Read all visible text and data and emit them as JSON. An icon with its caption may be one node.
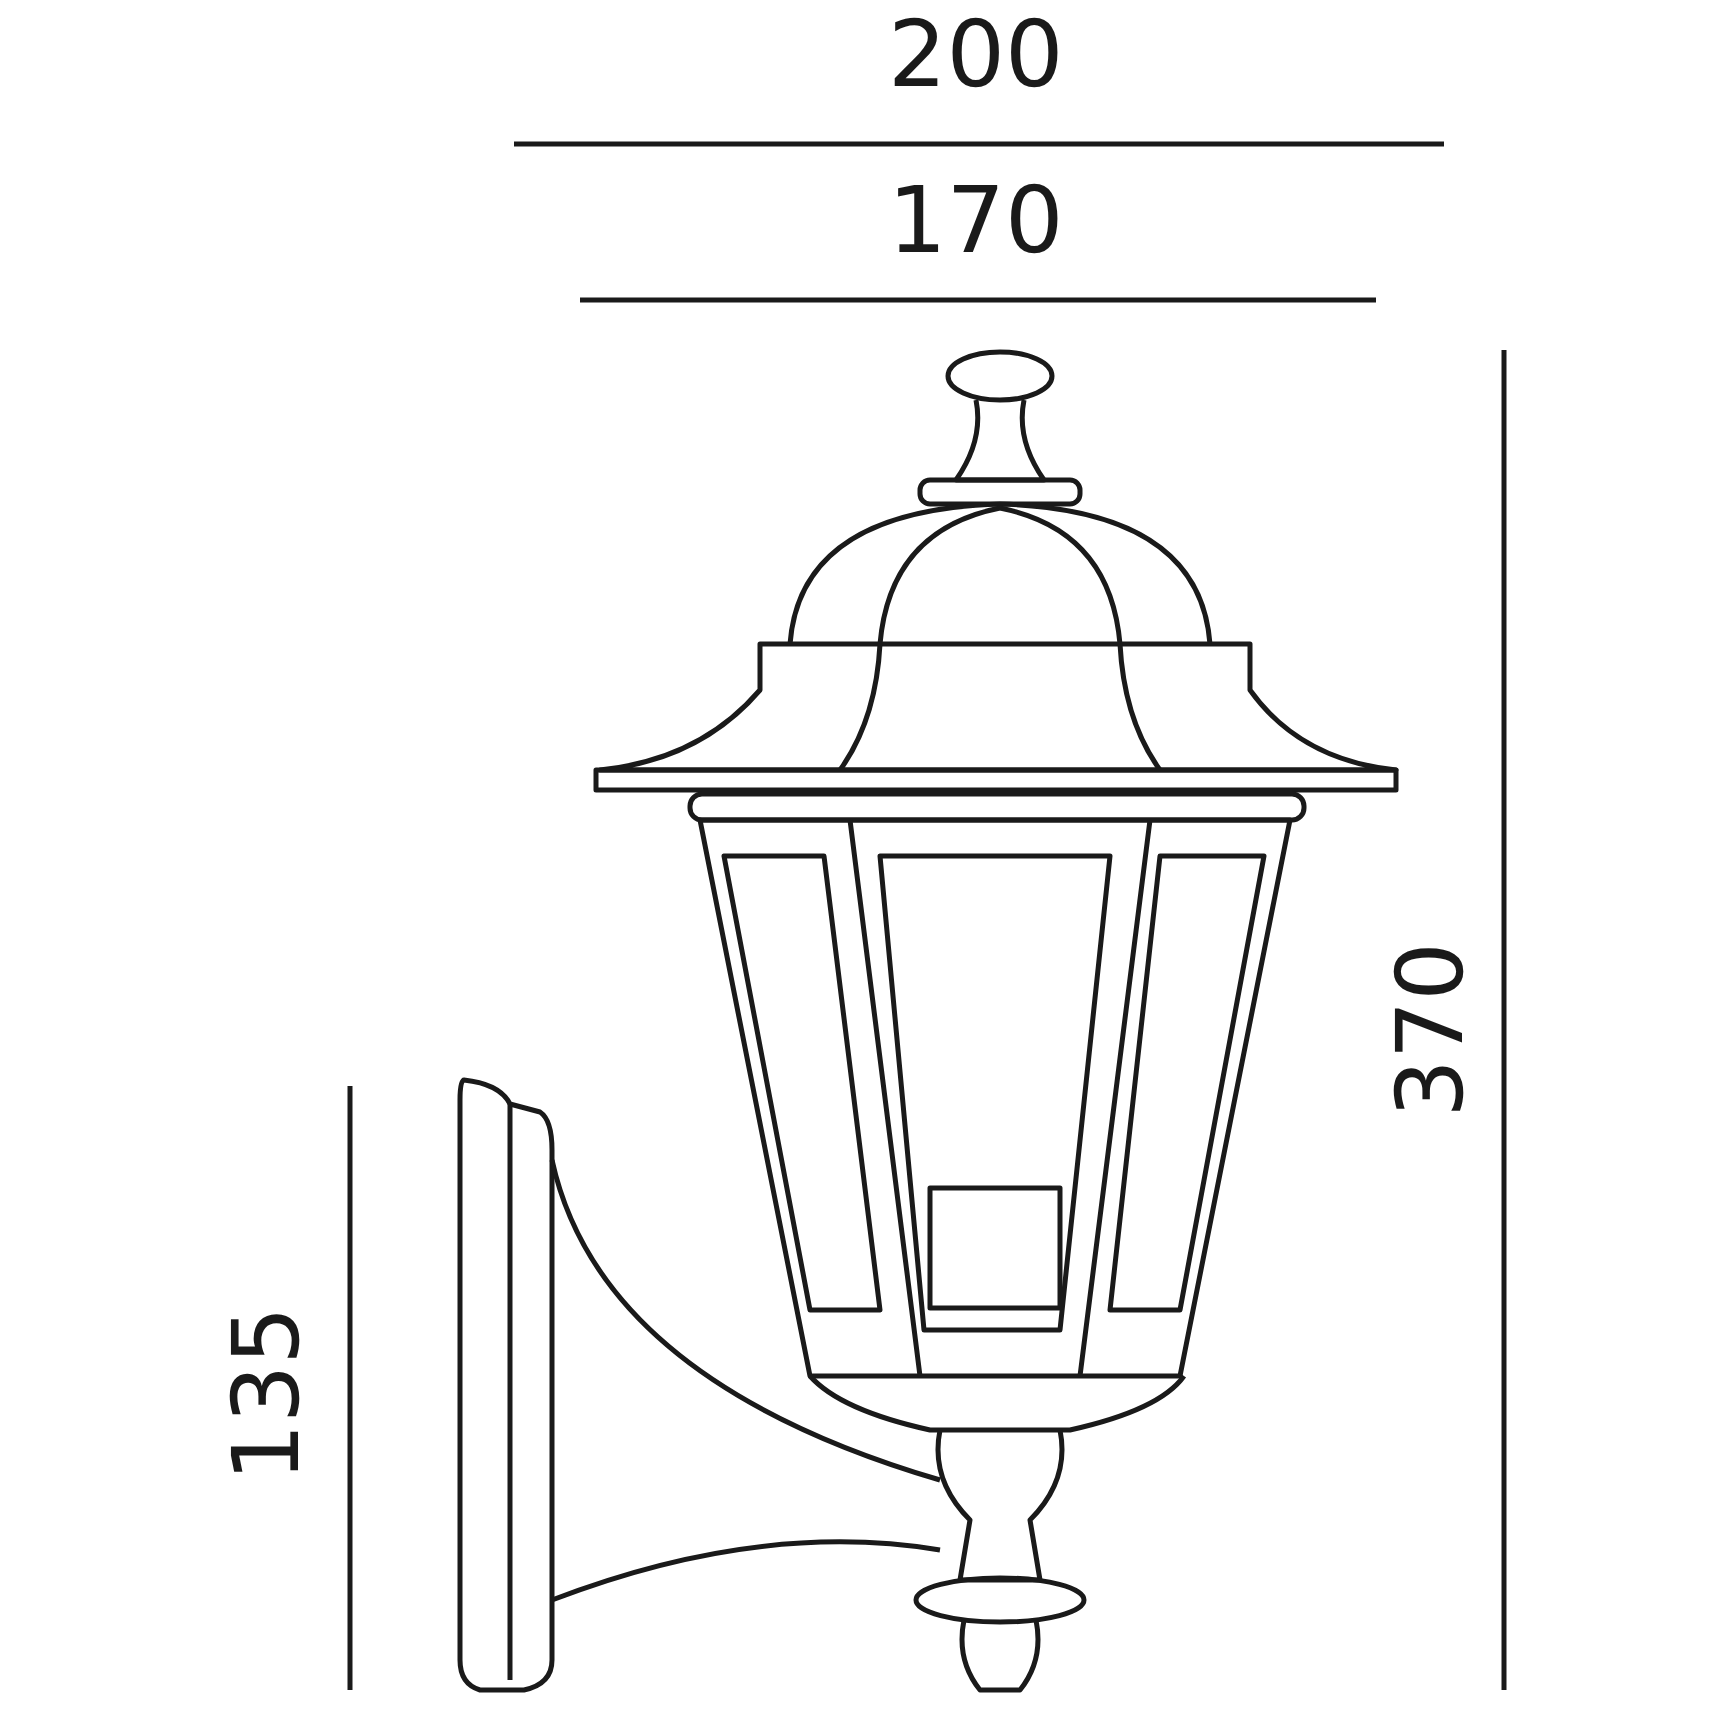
{
  "diagram": {
    "labels": [
      "200",
      "170",
      "370",
      "135"
    ]
  }
}
